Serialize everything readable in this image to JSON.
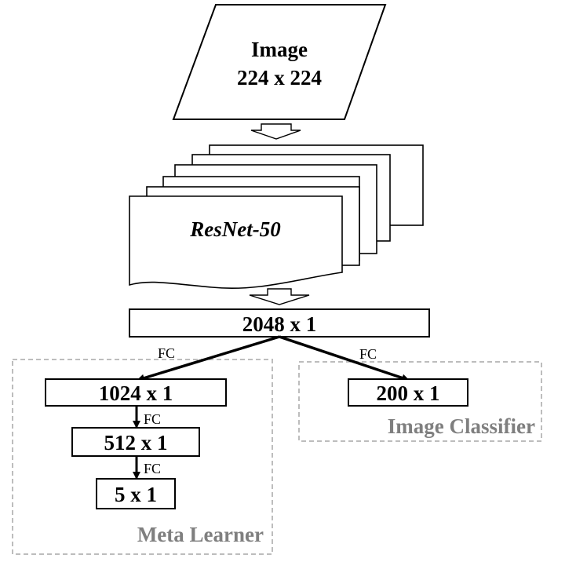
{
  "input": {
    "line1": "Image",
    "line2": "224 x 224"
  },
  "backbone": {
    "label": "ResNet-50"
  },
  "feature": {
    "label": "2048 x 1"
  },
  "fc_label": "FC",
  "meta_learner": {
    "title": "Meta Learner",
    "layers": [
      "1024 x 1",
      "512 x 1",
      "5 x 1"
    ]
  },
  "image_classifier": {
    "title": "Image Classifier",
    "output": "200 x 1"
  },
  "colors": {
    "stroke": "#000000",
    "group_border": "#bdbdbd",
    "group_title": "#7f7f7f"
  }
}
